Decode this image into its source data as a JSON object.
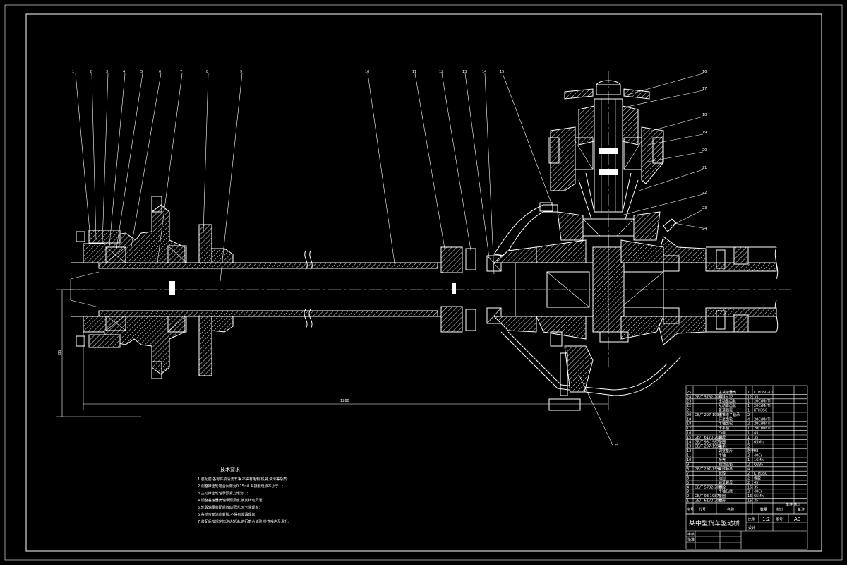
{
  "balloons": [
    "1",
    "2",
    "3",
    "4",
    "5",
    "6",
    "7",
    "8",
    "9",
    "10",
    "11",
    "12",
    "13",
    "14",
    "15",
    "16",
    "17",
    "18",
    "19",
    "20",
    "21",
    "22",
    "23",
    "24",
    "25"
  ],
  "dimensions": {
    "height_mark": "85",
    "length_mark": "1280"
  },
  "notes": {
    "title": "技术要求",
    "lines": [
      "1.装配前,各零件须清洗干净,不得有毛刺,铁屑,油污等杂质;",
      "2.调整锥齿轮啮合间隙为0.15~0.4,接触斑点不小于…;",
      "3.主动锥齿轮轴承预紧力矩为…;",
      "4.调整差速器壳轴承预紧度,使其转动灵活;",
      "5.轮毂轴承装配后转动灵活,无卡滞现象;",
      "6.各结合面涂密封胶,不得有渗漏现象;",
      "7.装配后按规定加注齿轮油,进行磨合试验,检查噪声及温升。"
    ]
  },
  "title_block": {
    "drawing_name": "某中型货车驱动桥",
    "scale_label": "比例",
    "scale_value": "1:2",
    "sheet_label": "图号",
    "size_value": "A0",
    "designer_label": "设计",
    "check_label": "审核",
    "approve_label": "批准",
    "header": {
      "seq": "序号",
      "code": "代号",
      "name": "名称",
      "qty": "数量",
      "material": "材料",
      "weight": "单件 总计",
      "remark": "备注"
    }
  },
  "bom_rows": [
    {
      "no": "25",
      "code": "",
      "name": "主减速器壳",
      "qty": "1",
      "mat": "KTH350-10"
    },
    {
      "no": "24",
      "code": "GB/T 5782-2000",
      "name": "螺栓M12",
      "qty": "12",
      "mat": "35"
    },
    {
      "no": "23",
      "code": "",
      "name": "主动锥齿轮",
      "qty": "1",
      "mat": "20CrMnTi"
    },
    {
      "no": "22",
      "code": "",
      "name": "从动锥齿轮",
      "qty": "1",
      "mat": "20CrMnTi"
    },
    {
      "no": "21",
      "code": "",
      "name": "差速器壳",
      "qty": "1",
      "mat": "KTH350"
    },
    {
      "no": "20",
      "code": "GB/T 297-1994",
      "name": "圆锥滚子轴承",
      "qty": "2",
      "mat": ""
    },
    {
      "no": "19",
      "code": "",
      "name": "行星齿轮",
      "qty": "4",
      "mat": "20CrMnTi"
    },
    {
      "no": "18",
      "code": "",
      "name": "半轴齿轮",
      "qty": "2",
      "mat": "20CrMnTi"
    },
    {
      "no": "17",
      "code": "",
      "name": "十字轴",
      "qty": "1",
      "mat": "20CrMnTi"
    },
    {
      "no": "16",
      "code": "",
      "name": "凸缘",
      "qty": "1",
      "mat": "45"
    },
    {
      "no": "15",
      "code": "GB/T 6170-2000",
      "name": "螺母",
      "qty": "1",
      "mat": "35"
    },
    {
      "no": "14",
      "code": "GB/T 93-1987",
      "name": "垫圈",
      "qty": "1",
      "mat": "65Mn"
    },
    {
      "no": "13",
      "code": "GB/T 297-1994",
      "name": "轴承",
      "qty": "2",
      "mat": ""
    },
    {
      "no": "12",
      "code": "",
      "name": "调整垫片",
      "qty": "若干",
      "mat": "08"
    },
    {
      "no": "11",
      "code": "",
      "name": "半轴",
      "qty": "2",
      "mat": "40Cr"
    },
    {
      "no": "10",
      "code": "",
      "name": "桥壳",
      "qty": "1",
      "mat": "16Mn"
    },
    {
      "no": "9",
      "code": "",
      "name": "制动底板",
      "qty": "2",
      "mat": "Q235"
    },
    {
      "no": "8",
      "code": "GB/T 297-1994",
      "name": "轮毂轴承",
      "qty": "4",
      "mat": ""
    },
    {
      "no": "7",
      "code": "",
      "name": "轮毂",
      "qty": "2",
      "mat": "KTH350"
    },
    {
      "no": "6",
      "code": "",
      "name": "油封",
      "qty": "2",
      "mat": "橡胶"
    },
    {
      "no": "5",
      "code": "",
      "name": "锁紧螺母",
      "qty": "2",
      "mat": "45"
    },
    {
      "no": "4",
      "code": "GB/T 5782-2000",
      "name": "螺栓",
      "qty": "16",
      "mat": "35"
    },
    {
      "no": "3",
      "code": "",
      "name": "半轴凸缘",
      "qty": "2",
      "mat": "40Cr"
    },
    {
      "no": "2",
      "code": "GB/T 93-1987",
      "name": "垫圈",
      "qty": "16",
      "mat": "65Mn"
    },
    {
      "no": "1",
      "code": "GB/T 6170-2000",
      "name": "螺母",
      "qty": "16",
      "mat": "35"
    }
  ]
}
